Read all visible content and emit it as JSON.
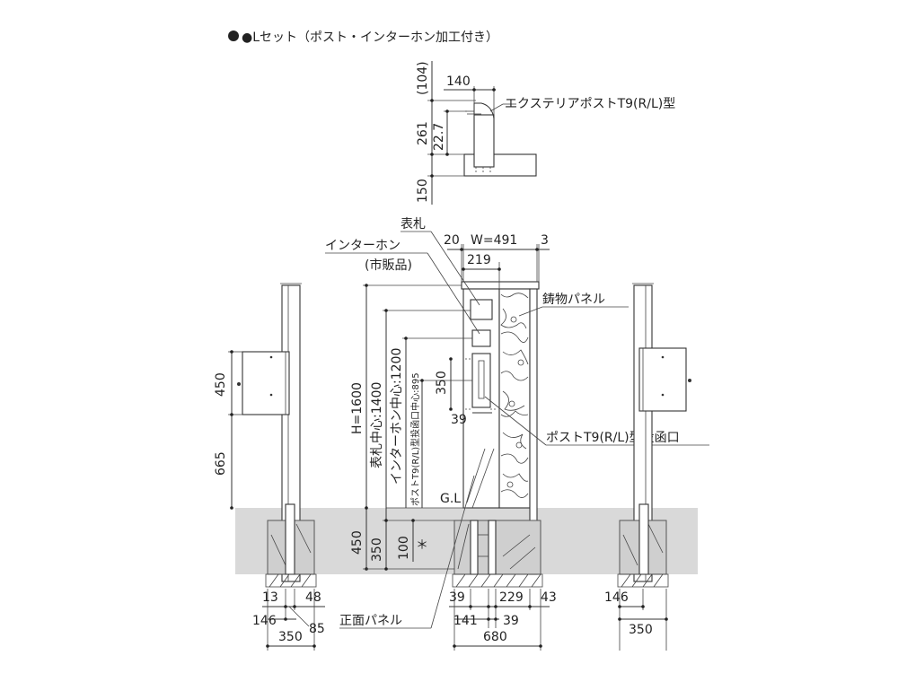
{
  "title": "●Lセット（ポスト・インターホン加工付き）",
  "top_view": {
    "post_label": "エクステリアポストT9(R/L)型",
    "dims": {
      "d104": "(104)",
      "d140": "140",
      "d261": "261",
      "d227": "22.7",
      "d150": "150"
    }
  },
  "front_view": {
    "labels": {
      "hyousatsu": "表札",
      "intercom": "インターホン",
      "intercom_sub": "(市販品)",
      "casting_panel": "鋳物パネル",
      "post_slot": "ポストT9(R/L)型投函口",
      "front_panel": "正面パネル",
      "gl": "G.L",
      "asterisk": "＊"
    },
    "dims": {
      "d20": "20",
      "w": "W=491",
      "d3": "3",
      "d219": "219",
      "h": "H=1600",
      "hyousatsu_center": "表札中心:1400",
      "intercom_center": "インターホン中心:1200",
      "slot_center": "ポストT9(R/L)型投函口中心:895",
      "d350v": "350",
      "d39v": "39",
      "d450b": "450",
      "d350b": "350",
      "d100b": "100",
      "d39a": "39",
      "d229": "229",
      "d43": "43",
      "d141": "141",
      "d39b": "39",
      "d680": "680"
    }
  },
  "left_view": {
    "dims": {
      "d450": "450",
      "d665": "665",
      "d13": "13",
      "d48": "48",
      "d146": "146",
      "d85": "85",
      "d350": "350"
    }
  },
  "right_view": {
    "dims": {
      "d146": "146",
      "d350": "350"
    }
  }
}
